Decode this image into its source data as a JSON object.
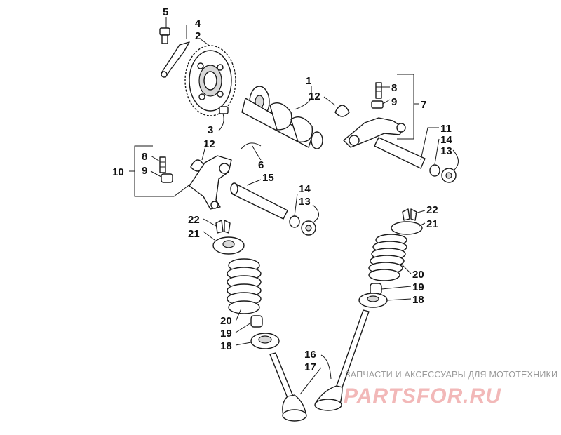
{
  "callouts": {
    "c1": "1",
    "c2": "2",
    "c3": "3",
    "c4": "4",
    "c5": "5",
    "c6": "6",
    "c7": "7",
    "c8a": "8",
    "c8b": "8",
    "c9a": "9",
    "c9b": "9",
    "c10": "10",
    "c11": "11",
    "c12a": "12",
    "c12b": "12",
    "c13a": "13",
    "c13b": "13",
    "c14a": "14",
    "c14b": "14",
    "c15": "15",
    "c16": "16",
    "c17": "17",
    "c18a": "18",
    "c18b": "18",
    "c19a": "19",
    "c19b": "19",
    "c20a": "20",
    "c20b": "20",
    "c21a": "21",
    "c21b": "21",
    "c22a": "22",
    "c22b": "22"
  },
  "watermark": {
    "caption": "ЗАПЧАСТИ И АКСЕССУАРЫ ДЛЯ МОТОТЕХНИКИ",
    "logo": "PARTSFOR.RU",
    "logo_color": "#f2b8b8"
  }
}
